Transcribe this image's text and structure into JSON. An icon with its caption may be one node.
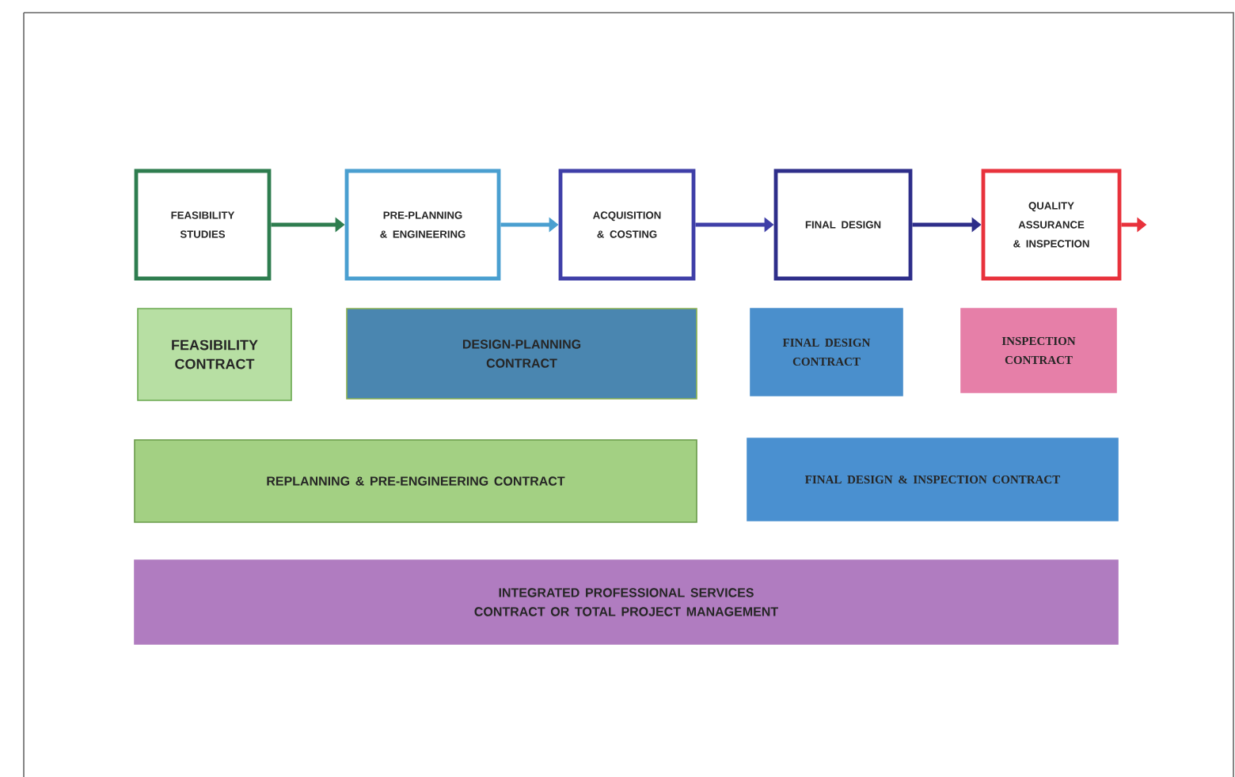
{
  "diagram": {
    "nodes": [
      {
        "text": [
          "FEASIBILITY STUDIES"
        ]
      },
      {
        "text": [
          "PRE-PLANNING & ENGINEERING"
        ]
      },
      {
        "text": [
          "ACQUISITION & COSTING"
        ]
      },
      {
        "text": [
          "FINAL DESIGN"
        ]
      },
      {
        "text": [
          "QUALITY ASSURANCE & INSPECTION"
        ]
      },
      {
        "text": [
          "FEASIBILITY CONTRACT"
        ]
      },
      {
        "text": [
          "DESIGN-PLANNING CONTRACT"
        ]
      },
      {
        "text": [
          "FINAL DESIGN CONTRACT"
        ]
      },
      {
        "text": [
          "INSPECTION CONTRACT"
        ]
      },
      {
        "text": [
          "REPLANNING & PRE-ENGINEERING CONTRACT"
        ]
      },
      {
        "text": [
          "FINAL DESIGN & INSPECTION CONTRACT"
        ]
      },
      {
        "text": [
          "INTEGRATED PROFESSIONAL SERVICES CONTRACT OR TOTAL PROJECT MANAGEMENT"
        ]
      }
    ],
    "edges": [
      {
        "from": 0,
        "to": 1,
        "arrow": "to",
        "color": "#2e7d4f"
      },
      {
        "from": 1,
        "to": 2,
        "arrow": "to",
        "color": "#4a9fd0"
      },
      {
        "from": 2,
        "to": 3,
        "arrow": "to",
        "color": "#3f3fa8"
      },
      {
        "from": 3,
        "to": 4,
        "arrow": "to",
        "color": "#2e2e8a"
      },
      {
        "from": 4,
        "to": null,
        "arrow": "to",
        "color": "#e8323c"
      }
    ]
  }
}
